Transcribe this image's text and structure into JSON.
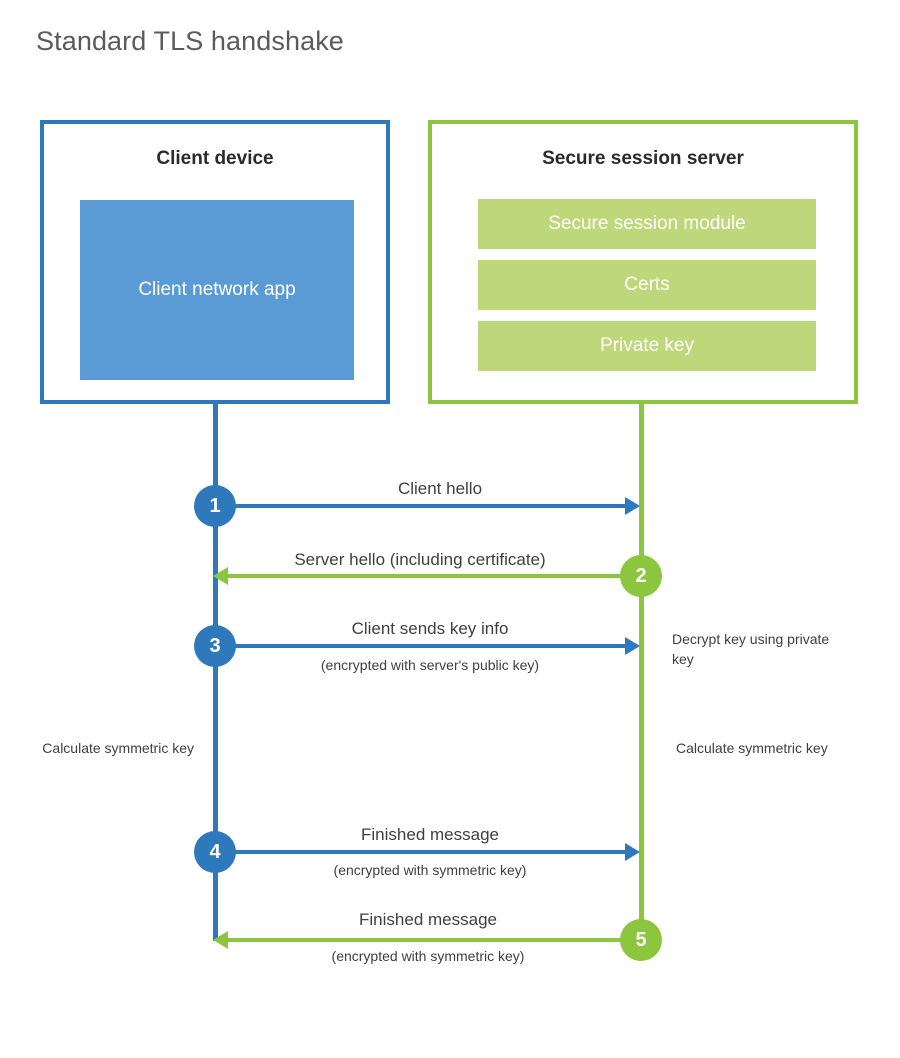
{
  "title": "Standard TLS handshake",
  "colors": {
    "client_accent": "#2E79BC",
    "client_app_fill": "#5B9BD5",
    "server_accent": "#8CC63F",
    "server_bar_fill": "#BED77B",
    "text": "#3f3f3f",
    "title_text": "#5b5b5b",
    "background": "#ffffff"
  },
  "client": {
    "title": "Client device",
    "app_label": "Client network app"
  },
  "server": {
    "title": "Secure session server",
    "bars": [
      {
        "label": "Secure session module"
      },
      {
        "label": "Certs"
      },
      {
        "label": "Private key"
      }
    ]
  },
  "steps": [
    {
      "number": "1",
      "label": "Client hello",
      "sublabel": "",
      "direction": "client-to-server",
      "color": "#2E79BC"
    },
    {
      "number": "2",
      "label": "Server hello (including certificate)",
      "sublabel": "",
      "direction": "server-to-client",
      "color": "#8CC63F"
    },
    {
      "number": "3",
      "label": "Client sends key info",
      "sublabel": "(encrypted with server's public key)",
      "direction": "client-to-server",
      "color": "#2E79BC"
    },
    {
      "number": "4",
      "label": "Finished message",
      "sublabel": "(encrypted with symmetric key)",
      "direction": "client-to-server",
      "color": "#2E79BC"
    },
    {
      "number": "5",
      "label": "Finished message",
      "sublabel": "(encrypted with symmetric key)",
      "direction": "server-to-client",
      "color": "#8CC63F"
    }
  ],
  "notes": {
    "server_decrypt": "Decrypt key using private key",
    "client_calculate": "Calculate symmetric key",
    "server_calculate": "Calculate symmetric key"
  }
}
